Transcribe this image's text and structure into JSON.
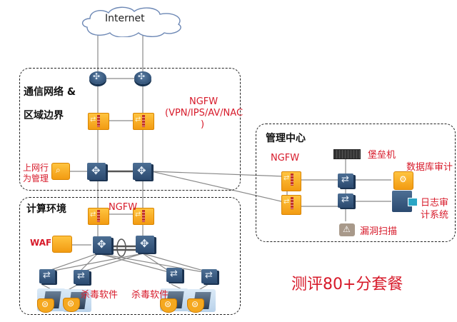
{
  "cloud": {
    "label": "Internet"
  },
  "zones": {
    "comm": {
      "title_line1": "通信网络 &",
      "title_line2": "区域边界"
    },
    "compute": {
      "title": "计算环境"
    },
    "mgmt": {
      "title": "管理中心"
    }
  },
  "labels": {
    "ngfw_top_1": "NGFW",
    "ngfw_top_2": "(VPN/IPS/AV/NAC",
    "ngfw_top_3": ")",
    "behavior_mgmt_1": "上网行",
    "behavior_mgmt_2": "为管理",
    "ngfw_compute": "NGFW",
    "waf": "WAF",
    "antivirus_1": "杀毒软件",
    "antivirus_2": "杀毒软件",
    "ngfw_mgmt": "NGFW",
    "bastion": "堡垒机",
    "db_audit": "数据库审计",
    "log_audit_1": "日志审",
    "log_audit_2": "计系统",
    "vuln_scan": "漏洞扫描",
    "package": "测评80+分套餐"
  },
  "devices": {
    "routers": [
      "router-left",
      "router-right"
    ],
    "firewalls": [
      "fw-border-left",
      "fw-border-right",
      "fw-compute-left",
      "fw-compute-right",
      "fw-mgmt-top",
      "fw-mgmt-bottom"
    ],
    "core_switches": [
      "core-sw-border-left",
      "core-sw-border-right",
      "core-sw-compute-left",
      "core-sw-compute-right"
    ],
    "access_switches": [
      "access-sw-1",
      "access-sw-2",
      "access-sw-3",
      "access-sw-4",
      "mgmt-sw-top",
      "mgmt-sw-bottom"
    ]
  },
  "colors": {
    "accent_red": "#d71a2a",
    "device_orange": "#f29b12",
    "device_blue": "#2b4a70"
  }
}
